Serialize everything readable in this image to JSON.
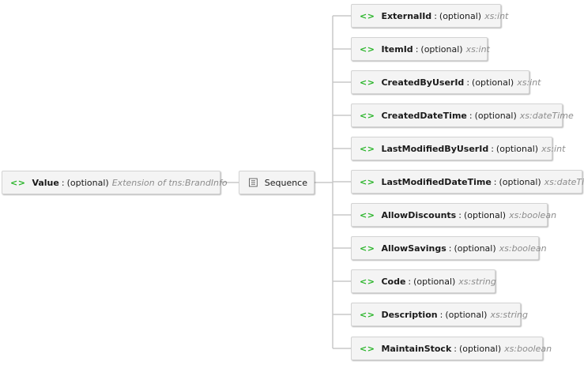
{
  "root": {
    "tag": "<>",
    "name": "Value",
    "optional": "(optional)",
    "type": "Extension of tns:BrandInfo"
  },
  "sequence": {
    "label": "Sequence",
    "icon": "sequence-list-icon"
  },
  "children": [
    {
      "tag": "<>",
      "name": "ExternalId",
      "optional": "(optional)",
      "type": "xs:int"
    },
    {
      "tag": "<>",
      "name": "ItemId",
      "optional": "(optional)",
      "type": "xs:int"
    },
    {
      "tag": "<>",
      "name": "CreatedByUserId",
      "optional": "(optional)",
      "type": "xs:int"
    },
    {
      "tag": "<>",
      "name": "CreatedDateTime",
      "optional": "(optional)",
      "type": "xs:dateTime"
    },
    {
      "tag": "<>",
      "name": "LastModifiedByUserId",
      "optional": "(optional)",
      "type": "xs:int"
    },
    {
      "tag": "<>",
      "name": "LastModifiedDateTime",
      "optional": "(optional)",
      "type": "xs:dateTime"
    },
    {
      "tag": "<>",
      "name": "AllowDiscounts",
      "optional": "(optional)",
      "type": "xs:boolean"
    },
    {
      "tag": "<>",
      "name": "AllowSavings",
      "optional": "(optional)",
      "type": "xs:boolean"
    },
    {
      "tag": "<>",
      "name": "Code",
      "optional": "(optional)",
      "type": "xs:string"
    },
    {
      "tag": "<>",
      "name": "Description",
      "optional": "(optional)",
      "type": "xs:string"
    },
    {
      "tag": "<>",
      "name": "MaintainStock",
      "optional": "(optional)",
      "type": "xs:boolean"
    }
  ],
  "colors": {
    "tag": "#25b325",
    "type": "#8c8c8c",
    "node_bg": "#f4f4f4",
    "border": "#d3d3d3",
    "connector": "#c8c8c8"
  }
}
